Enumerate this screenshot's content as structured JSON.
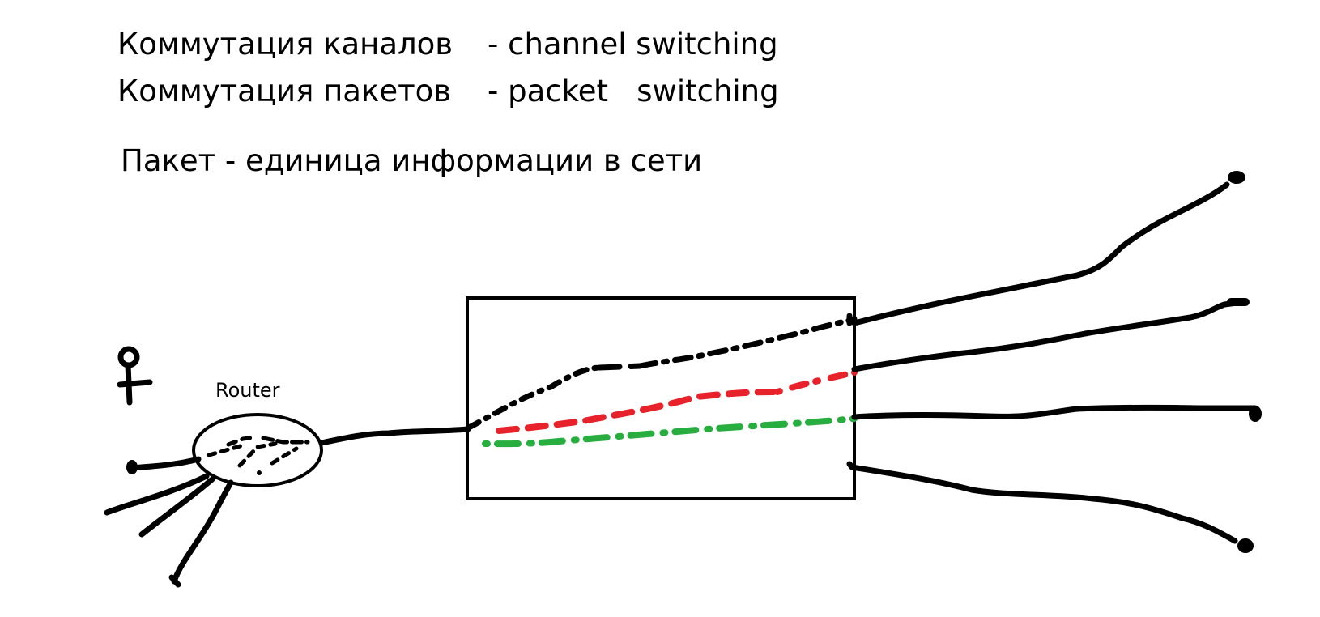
{
  "text": {
    "row1_left": "Коммутация каналов",
    "row1_right": "- channel switching",
    "row2_left": "Коммутация пакетов",
    "row2_right": "- packet   switching",
    "definition": "Пакет - единица информации в сети",
    "router_label": "Router"
  },
  "colors": {
    "ink": "#000000",
    "red_path": "#e8222a",
    "green_path": "#27ae3f",
    "background": "#ffffff"
  },
  "elements": {
    "person_icon": "stick-figure-icon",
    "router_icon": "router-ellipse-icon",
    "network_box": "network-switch-box"
  }
}
